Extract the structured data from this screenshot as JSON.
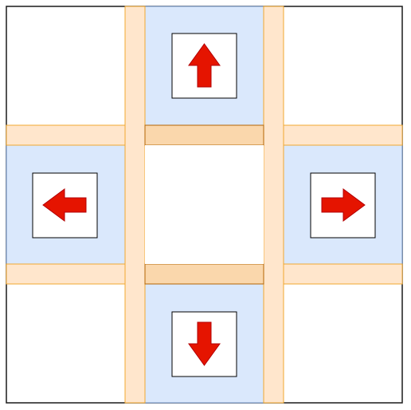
{
  "diagram": {
    "grid": {
      "columns": 3,
      "rows": 3,
      "highlighted_cells": [
        "top-center",
        "middle-left",
        "middle-right",
        "bottom-center"
      ],
      "center_cell": "middle-center"
    },
    "arrows": [
      {
        "id": "up",
        "direction": "up",
        "cell": "top-center"
      },
      {
        "id": "left",
        "direction": "left",
        "cell": "middle-left"
      },
      {
        "id": "right",
        "direction": "right",
        "cell": "middle-right"
      },
      {
        "id": "down",
        "direction": "down",
        "cell": "bottom-center"
      }
    ],
    "colors": {
      "border": "#1a1a1a",
      "cell_highlight": "#dae8fc",
      "cell_highlight_stroke": "#6c8ebf",
      "band_fill": "#ffe6cc",
      "band_stroke": "#f0a830",
      "center_band_fill": "#fad7ac",
      "center_band_stroke": "#b46504",
      "arrow_fill": "#e51400",
      "arrow_stroke": "#b20000",
      "button_fill": "#ffffff",
      "button_stroke": "#000000"
    }
  }
}
